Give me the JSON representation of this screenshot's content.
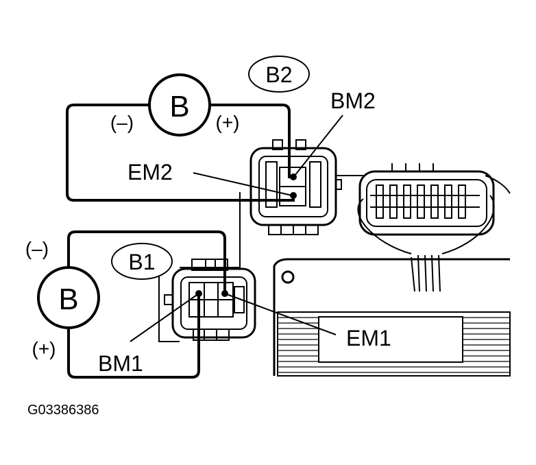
{
  "labels": {
    "meter_top": "B",
    "meter_bottom": "B",
    "minus_top": "(–)",
    "plus_top": "(+)",
    "minus_bottom": "(–)",
    "plus_bottom": "(+)",
    "connector_b2": "B2",
    "connector_b1": "B1",
    "bm2": "BM2",
    "em2": "EM2",
    "bm1": "BM1",
    "em1": "EM1",
    "figure_code": "G03386386"
  }
}
